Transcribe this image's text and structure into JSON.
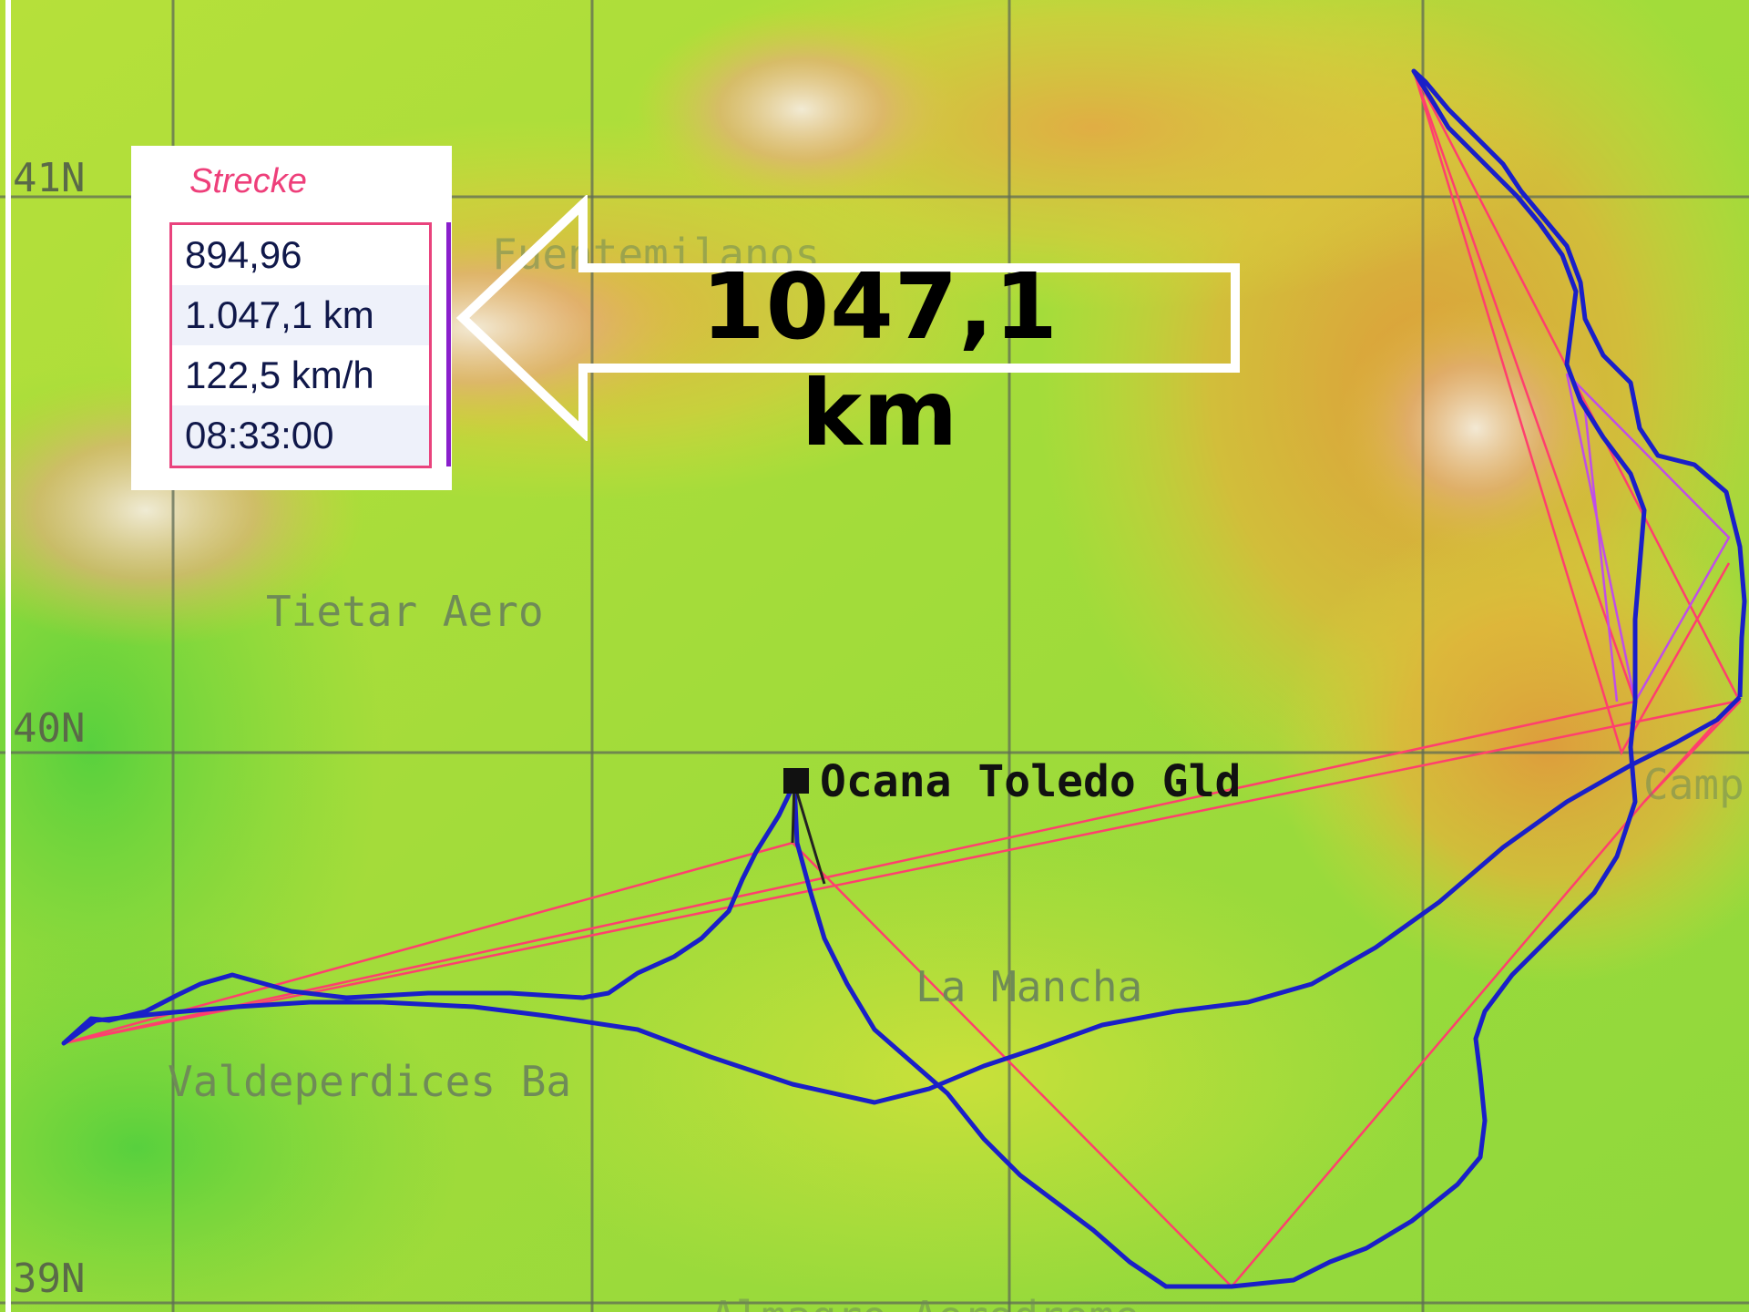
{
  "colors": {
    "track": "#1a1fc8",
    "task_line": "#ff3f6e",
    "task_line_alt": "#c04ee8",
    "stats_accent": "#e9437d",
    "bar_accent": "#8a1fcc"
  },
  "latitude_labels": [
    "41N",
    "40N",
    "39N"
  ],
  "places": {
    "fuentemilanos": "Fuentemilanos",
    "tietar": "Tietar Aero",
    "ocana": "Ocana Toledo Gld",
    "la_mancha": "La Mancha",
    "valdeperdices": "Valdeperdices Ba",
    "campo": "Camp",
    "bottom": "Almagro Aerodrome"
  },
  "stats": {
    "title": "Strecke",
    "rows": [
      "894,96",
      "1.047,1 km",
      "122,5 km/h",
      "08:33:00"
    ]
  },
  "callout": {
    "text": "1047,1 km",
    "icon": "arrow-left-icon"
  }
}
